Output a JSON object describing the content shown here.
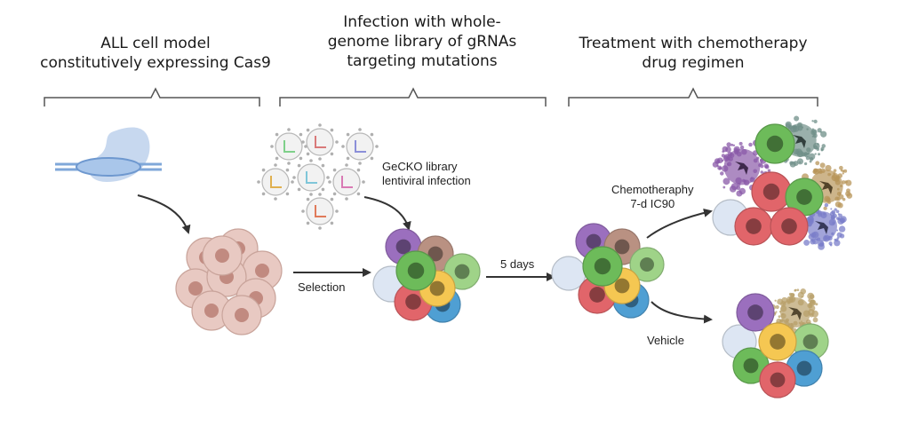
{
  "headers": {
    "step1": [
      "ALL cell model",
      "constitutively expressing Cas9"
    ],
    "step2": [
      "Infection with whole-",
      "genome library of gRNAs",
      "targeting mutations"
    ],
    "step3": [
      "Treatment with chemotherapy",
      "drug regimen"
    ]
  },
  "labels": {
    "library": [
      "GeCKO library",
      "lentiviral infection"
    ],
    "selection": "Selection",
    "days": "5 days",
    "chemo": [
      "Chemotheraphy",
      "7-d IC90"
    ],
    "vehicle": "Vehicle"
  },
  "colors": {
    "purple": "#9b6fbe",
    "brown": "#b99182",
    "green": "#6dbb5a",
    "lightgreen": "#9fd388",
    "red": "#e1656a",
    "yellow": "#f5c752",
    "blue": "#4f9fd3",
    "pale": "#dde6f3",
    "lightcell": "#e8c9c2"
  }
}
